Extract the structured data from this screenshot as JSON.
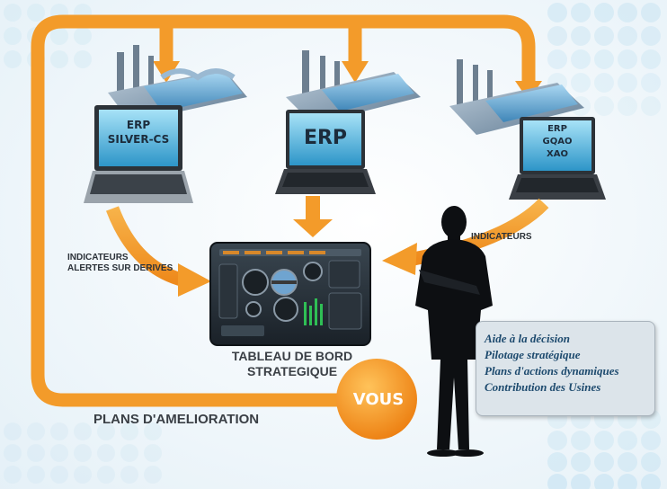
{
  "systems": [
    {
      "lines": [
        "ERP",
        "SILVER-CS"
      ]
    },
    {
      "lines": [
        "ERP"
      ]
    },
    {
      "lines": [
        "ERP",
        "GQAO",
        "XAO"
      ]
    }
  ],
  "left_label": [
    "INDICATEURS",
    "ALERTES SUR DERIVES"
  ],
  "right_label": "INDICATEURS",
  "dashboard_label": [
    "TABLEAU DE BORD",
    "STRATEGIQUE"
  ],
  "you_label": "VOUS",
  "loop_label": "PLANS D'AMELIORATION",
  "benefits": [
    "Aide à la décision",
    "Pilotage stratégique",
    "Plans d'actions dynamiques",
    "Contribution des Usines"
  ],
  "colors": {
    "arrow": "#f39b2a",
    "background": "#eef5fa",
    "dots": "#c7e3f2",
    "laptop_screen": "#2f9fd0",
    "text_dark": "#2b3138"
  }
}
